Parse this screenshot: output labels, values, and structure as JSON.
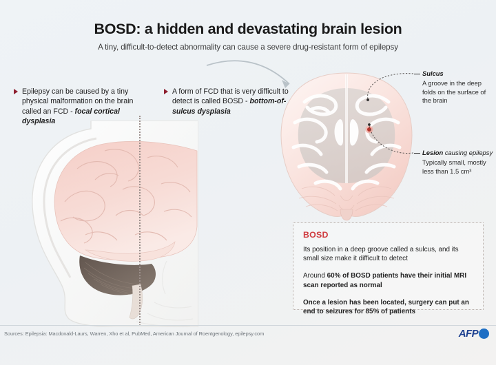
{
  "header": {
    "title": "BOSD: a hidden and devastating brain lesion",
    "subtitle": "A tiny, difficult-to-detect abnormality can cause a severe drug-resistant form of epilepsy"
  },
  "annotations": {
    "left": {
      "text": "Epilepsy can be caused by a tiny physical malformation on the brain called an FCD -",
      "emphasis": "focal cortical dysplasia"
    },
    "middle": {
      "text": "A form of FCD that is very difficult to detect is called BOSD -",
      "emphasis": "bottom-of-sulcus dysplasia"
    }
  },
  "scan_labels": {
    "sulcus": {
      "heading": "Sulcus",
      "body": "A groove in the deep folds on the surface of the brain"
    },
    "lesion": {
      "heading_bold": "Lesion",
      "heading_rest": " causing epilepsy",
      "body": "Typically small, mostly less than 1.5 cm³"
    }
  },
  "bosd_box": {
    "heading": "BOSD",
    "paragraph_1": "Its position in a deep groove called a sulcus, and its small size make it difficult to detect",
    "paragraph_2_pre": "Around ",
    "paragraph_2_bold": "60% of  BOSD patients have their initial MRI scan reported as normal",
    "paragraph_3": "Once a lesion has been located, surgery can put an end to seizures for 85% of patients"
  },
  "footer": {
    "sources": "Sources: Epilepsia: Macdonald-Laurs, Warren, Xho et al, PubMed, American Journal of Roentgenology, epilepsy.com",
    "logo_text": "AFP"
  },
  "colors": {
    "background": "#eef2f5",
    "bullet": "#8e1f2f",
    "bosd_heading": "#cf3b3f",
    "lesion_dot": "#b5342c",
    "brain_pink": "#f4d3cd",
    "logo_blue": "#1b3f8f"
  }
}
